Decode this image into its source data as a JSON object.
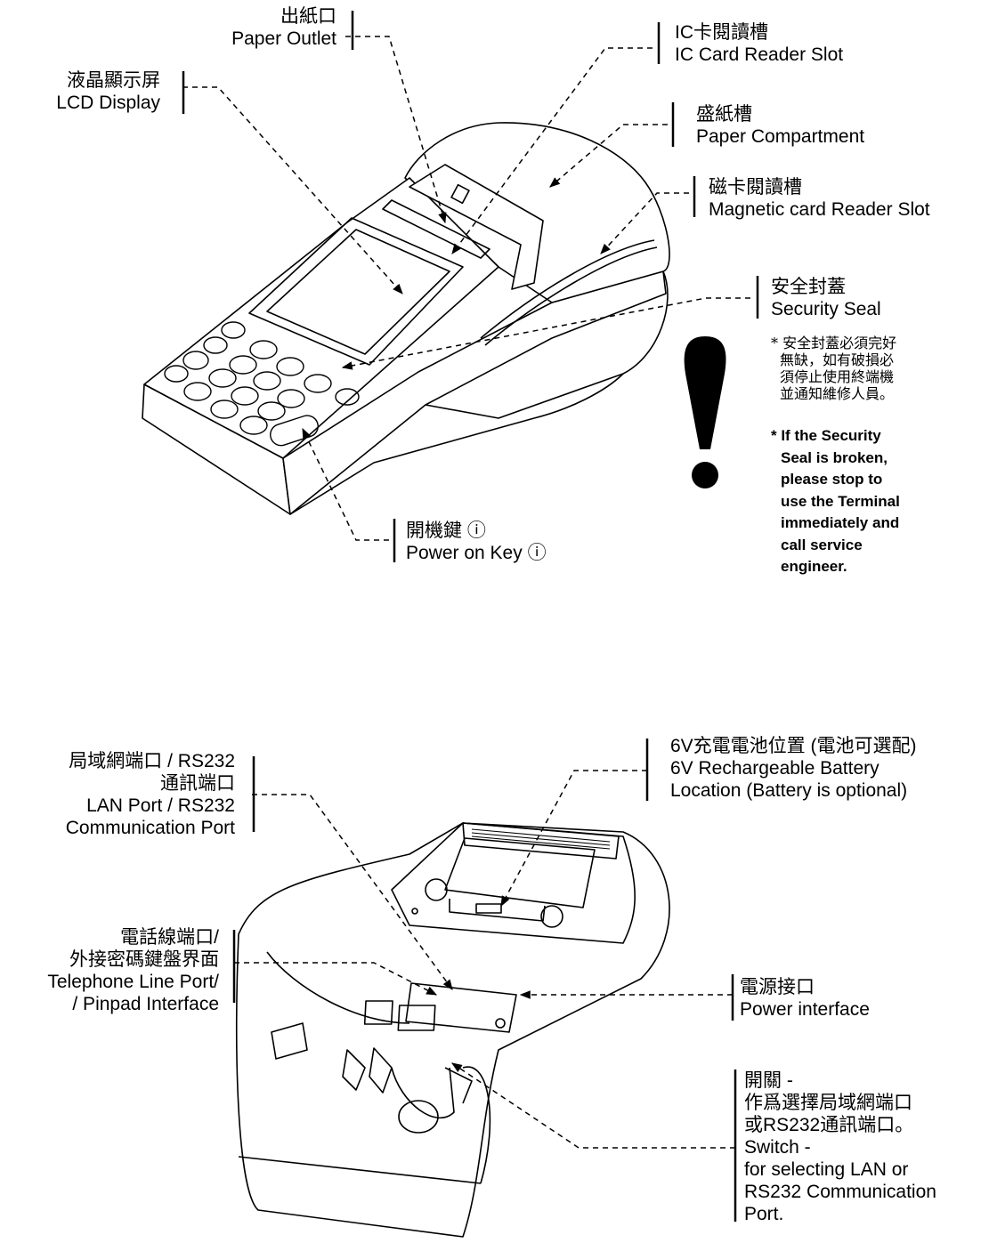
{
  "top_labels": {
    "paper_outlet": {
      "zh": "出紙口",
      "en": "Paper Outlet"
    },
    "lcd_display": {
      "zh": "液晶顯示屏",
      "en": "LCD Display"
    },
    "ic_card_slot": {
      "zh": "IC卡閱讀槽",
      "en": "IC Card Reader Slot"
    },
    "paper_compartment": {
      "zh": "盛紙槽",
      "en": "Paper Compartment"
    },
    "magnetic_slot": {
      "zh": "磁卡閱讀槽",
      "en": "Magnetic card Reader Slot"
    },
    "security_seal": {
      "zh": "安全封蓋",
      "en": "Security Seal"
    },
    "power_key": {
      "zh": "開機鍵 ⓘ",
      "en": "Power on Key ⓘ"
    }
  },
  "warning": {
    "zh_lines": [
      "* 安全封蓋必須完好",
      "無缺，如有破損必",
      "須停止使用終端機",
      "並通知維修人員。"
    ],
    "en_lines": [
      "* If the Security",
      "Seal is broken,",
      "please stop to",
      "use the Terminal",
      "immediately and",
      "call service",
      "engineer."
    ]
  },
  "bottom_labels": {
    "lan_port": {
      "lines": [
        "局域網端口 / RS232",
        "通訊端口",
        "LAN Port / RS232",
        "Communication Port"
      ]
    },
    "battery": {
      "lines": [
        "6V充電電池位置 (電池可選配)",
        "6V Rechargeable Battery",
        "Location (Battery is optional)"
      ]
    },
    "telephone_port": {
      "lines": [
        "電話線端口/",
        "外接密碼鍵盤界面",
        "Telephone Line Port/",
        "/ Pinpad Interface"
      ]
    },
    "power_interface": {
      "lines": [
        "電源接口",
        "Power interface"
      ]
    },
    "switch": {
      "lines": [
        "開關 -",
        "作爲選擇局域網端口",
        "或RS232通訊端口。",
        "Switch -",
        "for selecting LAN or",
        "RS232 Communication",
        "Port."
      ]
    }
  }
}
